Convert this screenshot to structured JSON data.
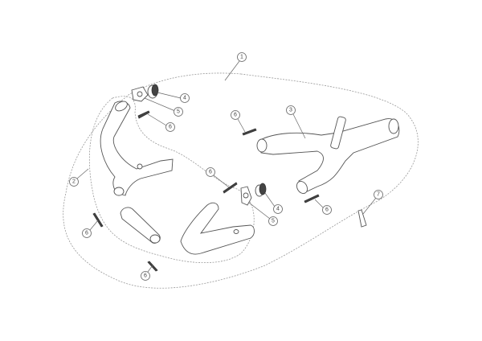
{
  "diagram": {
    "title": "Exhaust system exploded parts view",
    "callouts": {
      "c1": "1",
      "c2": "2",
      "c3": "3",
      "c4a": "4",
      "c4b": "4",
      "c5a": "5",
      "c5b": "5",
      "c6a": "6",
      "c6b": "6",
      "c6c": "6",
      "c6d": "6",
      "c6e": "6",
      "c6f": "6",
      "c7": "7"
    }
  }
}
